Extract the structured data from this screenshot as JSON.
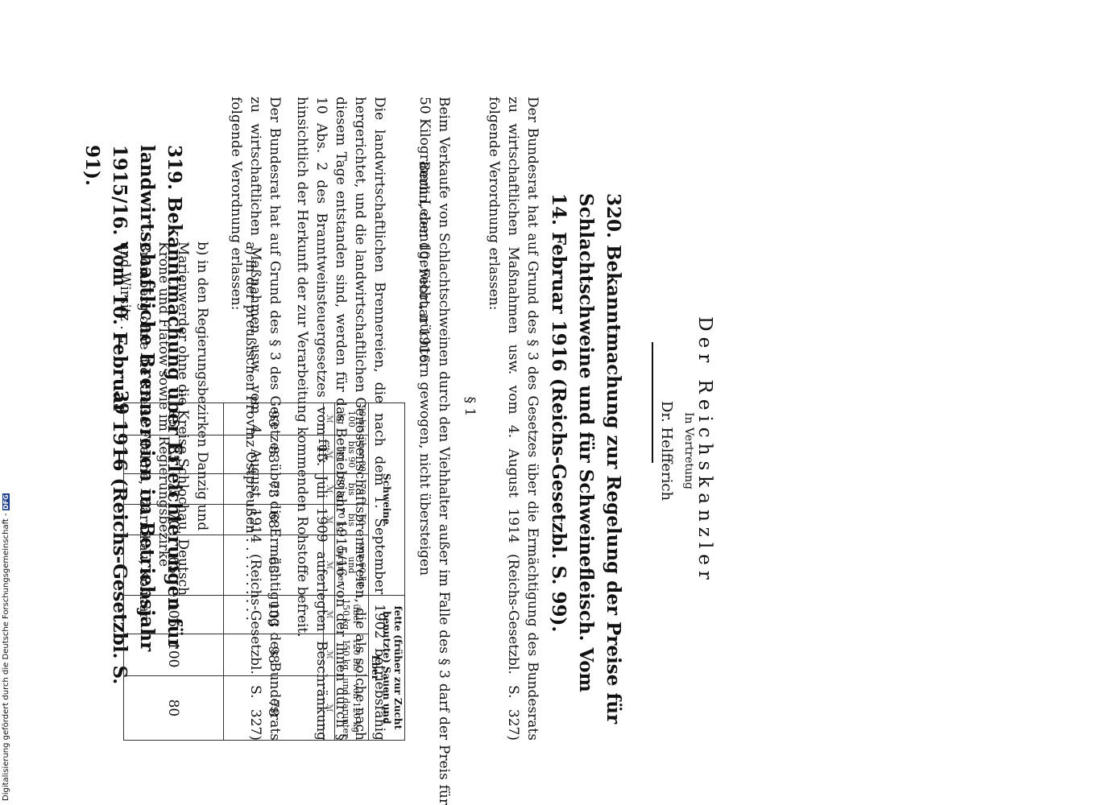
{
  "page_number": "39",
  "notice_319": {
    "heading": "319. Bekanntmachung über Erleichterungen für landwirtschaftliche Brennereien im Betriebsjahr 1915/16. Vom 10. Februar 1916 (Reichs-Gesetzbl. S. 91).",
    "para1": "Der Bundesrat hat auf Grund des § 3 des Gesetzes über die Ermächtigung des Bundesrats zu wirtschaftlichen Maßnahmen usw. vom 4. August 1914 (Reichs-Gesetzbl. S. 327) folgende Verordnung erlassen:",
    "para2": "Die landwirtschaftlichen Brennereien, die nach dem 1. September 1902 betriebsfähig hergerichtet, und die landwirtschaftlichen Genossenschaftsbrennereien, die als solche nach diesem Tage entstanden sind, werden für das Betriebsjahr 1915/16 von der ihnen durch § 10 Abs. 2 des Branntweinsteuergesetzes vom 15. Juli 1909 auferlegten Beschränkung hinsichtlich der Herkunft der zur Verarbeitung kommenden Rohstoffe befreit.",
    "place_date": "Berlin, den 10. Februar 1916.",
    "signer_title": "Der Reichskanzler",
    "signer_role": "In Vertretung",
    "signer_name": "Dr. Helfferich"
  },
  "notice_320": {
    "heading": "320. Bekanntmachung zur Regelung der Preise für Schlachtschweine und für Schweinefleisch. Vom 14. Februar 1916 (Reichs-Gesetzbl. S. 99).",
    "para1": "Der Bundesrat hat auf Grund des § 3 des Gesetzes über die Ermächtigung des Bundesrats zu wirtschaftlichen Maßnahmen usw. vom 4. August 1914 (Reichs-Gesetzbl. S. 327) folgende Verordnung erlassen:",
    "section": "§ 1",
    "para2": "Beim Verkaufe von Schlachtschweinen durch den Viehhalter außer im Falle des § 3 darf der Preis für 50 Kilogramm Lebendgewicht, nüchtern gewogen, nicht übersteigen",
    "for_label": "für:",
    "table": {
      "group1": "Schweine",
      "group2": "fette (früher zur Zucht benutzte) Sauen und Eber",
      "columns": [
        "90 bis 100 kg",
        "über 80 bis 90 kg",
        "70 bis 80 kg",
        "60 bis 70 kg",
        "von 60 kg und darunter",
        "über 150 kg",
        "120 bis 150 kg",
        "von 120 kg und darunter"
      ],
      "unit": "ℳ",
      "rows": [
        {
          "label": "a) in der preußischen Provinz Ostpreußen . . . . . . . . . .",
          "values": [
            "93",
            "83",
            "73",
            "68",
            "63",
            "103",
            "98",
            "78"
          ]
        },
        {
          "label": "b) in den Regierungsbezirken Danzig und Marienwerder ohne die Kreise Schlochau, Deutsch Krone und Flatow sowie im Regierungsbezirke Bromberg ohne die Kreise Filehne, Czarnikau, Kolmar und Wirsitz . .",
          "values": [
            "95",
            "85",
            "75",
            "70",
            "65",
            "105",
            "100",
            "80"
          ]
        }
      ]
    }
  },
  "credit": "Digitalisierung gefördert durch die Deutsche Forschungsgemeinschaft -",
  "credit_logo": "DFG"
}
